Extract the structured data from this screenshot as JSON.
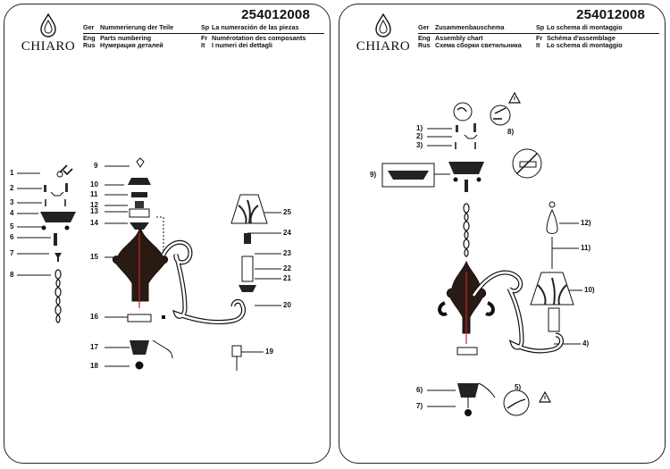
{
  "left": {
    "brand": "CHIARO",
    "code": "254012008",
    "header": [
      {
        "k1": "Ger",
        "v1": "Nummerierung der Teile",
        "k2": "Sp",
        "v2": "La numeración de las piezas"
      },
      {
        "k1": "Eng",
        "v1": "Parts numbering",
        "k2": "Fr",
        "v2": "Numérotation des composants"
      },
      {
        "k1": "Rus",
        "v1": "Нумерация деталей",
        "k2": "It",
        "v2": "I numeri dei dettagli"
      }
    ],
    "labels": [
      "1",
      "2",
      "3",
      "4",
      "5",
      "6",
      "7",
      "8",
      "9",
      "10",
      "11",
      "12",
      "13",
      "14",
      "15",
      "16",
      "17",
      "18",
      "19",
      "20",
      "21",
      "22",
      "23",
      "24",
      "25"
    ]
  },
  "right": {
    "brand": "CHIARO",
    "code": "254012008",
    "header": [
      {
        "k1": "Ger",
        "v1": "Zusammenbauschema",
        "k2": "Sp",
        "v2": "Lo schema di montaggio"
      },
      {
        "k1": "Eng",
        "v1": "Assembly chart",
        "k2": "Fr",
        "v2": "Schéma d'assemblage"
      },
      {
        "k1": "Rus",
        "v1": "Схема сборки светильника",
        "k2": "It",
        "v2": "Lo schema di montaggio"
      }
    ],
    "labels": [
      "1)",
      "2)",
      "3)",
      "8)",
      "9)",
      "12)",
      "11)",
      "10)",
      "4)",
      "5)",
      "6)",
      "7)"
    ]
  }
}
